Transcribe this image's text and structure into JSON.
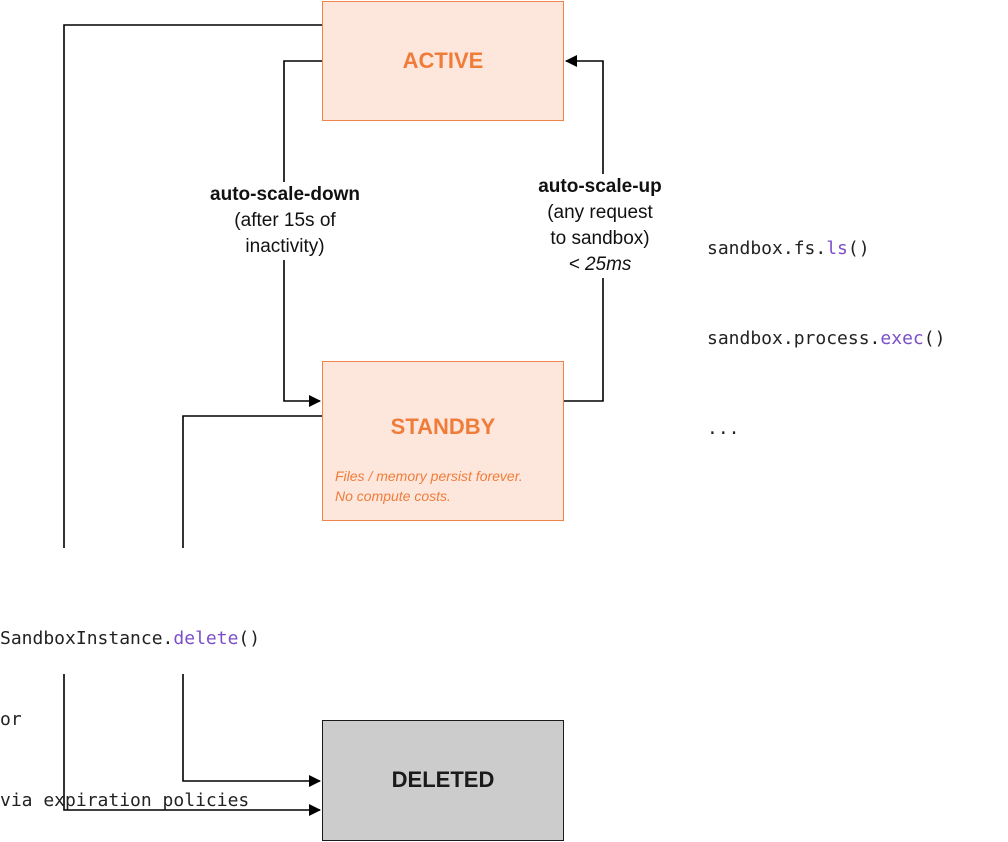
{
  "nodes": {
    "active": {
      "title": "ACTIVE"
    },
    "standby": {
      "title": "STANDBY",
      "note_lines": [
        "Files / memory persist forever.",
        "No compute costs."
      ]
    },
    "deleted": {
      "title": "DELETED"
    }
  },
  "edges": {
    "scale_down": {
      "title": "auto-scale-down",
      "lines": [
        "(after 15s of",
        "inactivity)"
      ]
    },
    "scale_up": {
      "title": "auto-scale-up",
      "lines": [
        "(any request",
        "to sandbox)"
      ],
      "latency": "< 25ms"
    }
  },
  "request_examples": [
    {
      "prefix": "sandbox.fs.",
      "method": "ls",
      "suffix": "()"
    },
    {
      "prefix": "sandbox.process.",
      "method": "exec",
      "suffix": "()"
    },
    {
      "prefix": "...",
      "method": "",
      "suffix": ""
    }
  ],
  "delete_trigger": {
    "line1": {
      "prefix": "SandboxInstance.",
      "method": "delete",
      "suffix": "()"
    },
    "line2": "or",
    "line3": "via expiration policies"
  },
  "colors": {
    "accent_orange": "#f07c3a",
    "box_fill_orange": "#fde7dc",
    "deleted_fill": "#cccccc",
    "method_purple": "#7b4fc7"
  }
}
